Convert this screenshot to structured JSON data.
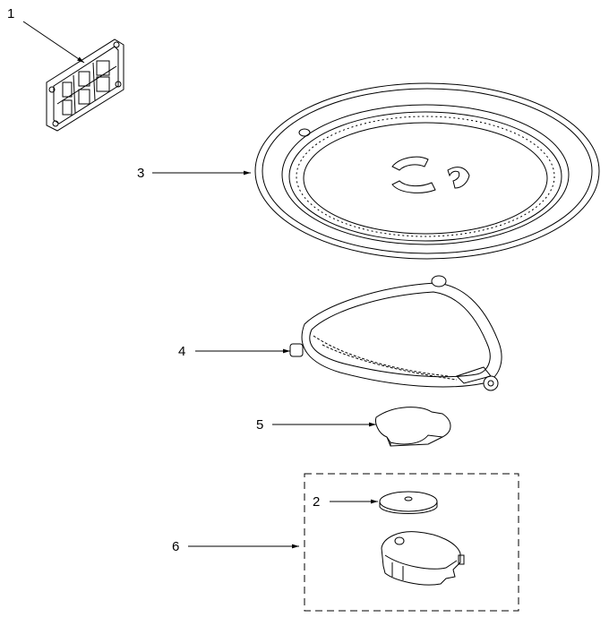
{
  "callouts": [
    {
      "id": "c1",
      "number": "1"
    },
    {
      "id": "c3",
      "number": "3"
    },
    {
      "id": "c4",
      "number": "4"
    },
    {
      "id": "c5",
      "number": "5"
    },
    {
      "id": "c2",
      "number": "2"
    },
    {
      "id": "c6",
      "number": "6"
    }
  ],
  "colors": {
    "ink": "#000000",
    "background": "#ffffff"
  }
}
